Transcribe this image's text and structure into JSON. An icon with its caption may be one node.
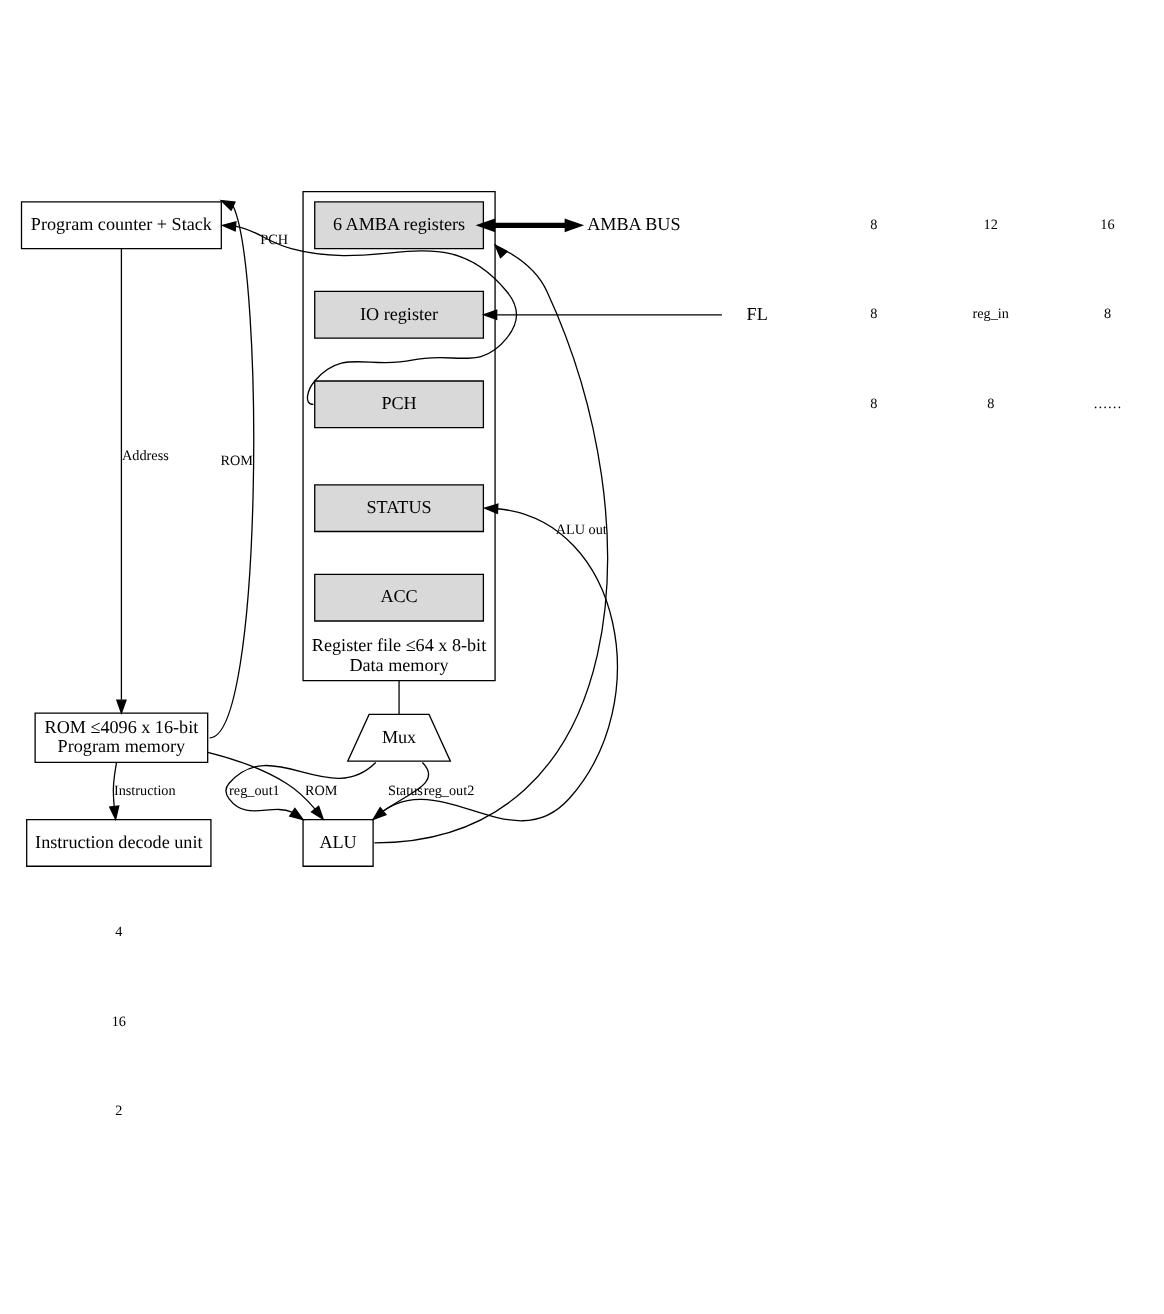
{
  "diagram": {
    "nodes": [
      {
        "text": [
          "Program counter + Stack"
        ]
      },
      {
        "text": [
          "ROM ≤4096 x 16-bit",
          "Program memory"
        ]
      },
      {
        "text": [
          "Instruction decode unit"
        ]
      },
      {
        "text": [
          "Register file ≤64 x 8-bit",
          "Data memory"
        ]
      },
      {
        "text": [
          "6 AMBA registers"
        ],
        "in": 3
      },
      {
        "text": [
          "IO register"
        ],
        "in": 3
      },
      {
        "text": [
          "PCH"
        ],
        "in": 3
      },
      {
        "text": [
          "STATUS"
        ],
        "in": 3
      },
      {
        "text": [
          "ACC"
        ],
        "in": 3
      },
      {
        "text": [
          "Mux"
        ]
      },
      {
        "text": [
          "ALU"
        ]
      },
      {
        "text": [
          "AMBA BUS"
        ]
      },
      {
        "text": [
          "FL"
        ]
      }
    ],
    "edges": [
      {
        "from": 6,
        "to": 0,
        "arrow": "to",
        "label": "PCH"
      },
      {
        "from": 1,
        "to": 0,
        "arrow": "to",
        "label": "ROM"
      },
      {
        "from": 0,
        "to": 1,
        "arrow": "to",
        "label": "Address"
      },
      {
        "from": 1,
        "to": 2,
        "arrow": "to",
        "label": "Instruction"
      },
      {
        "from": 1,
        "to": 10,
        "arrow": "to",
        "label": "ROM"
      },
      {
        "from": 10,
        "to": 3,
        "arrow": "to",
        "label": "ALU out"
      },
      {
        "from": 10,
        "to": 7,
        "arrow": "to",
        "label": "Status"
      },
      {
        "from": 11,
        "to": 4,
        "arrow": "both",
        "style": "thick"
      },
      {
        "from": 12,
        "to": 5,
        "arrow": "to"
      },
      {
        "from": 3,
        "to": 9,
        "arrow": "none"
      },
      {
        "from": 9,
        "to": 10,
        "arrow": "to",
        "label": "reg_out1"
      },
      {
        "from": 9,
        "to": 10,
        "arrow": "to",
        "label": "reg_out2"
      }
    ],
    "labels": [
      "4",
      "8",
      "12",
      "16",
      "16",
      "8",
      "reg_in",
      "8",
      "2",
      "8",
      "8",
      "……"
    ]
  }
}
